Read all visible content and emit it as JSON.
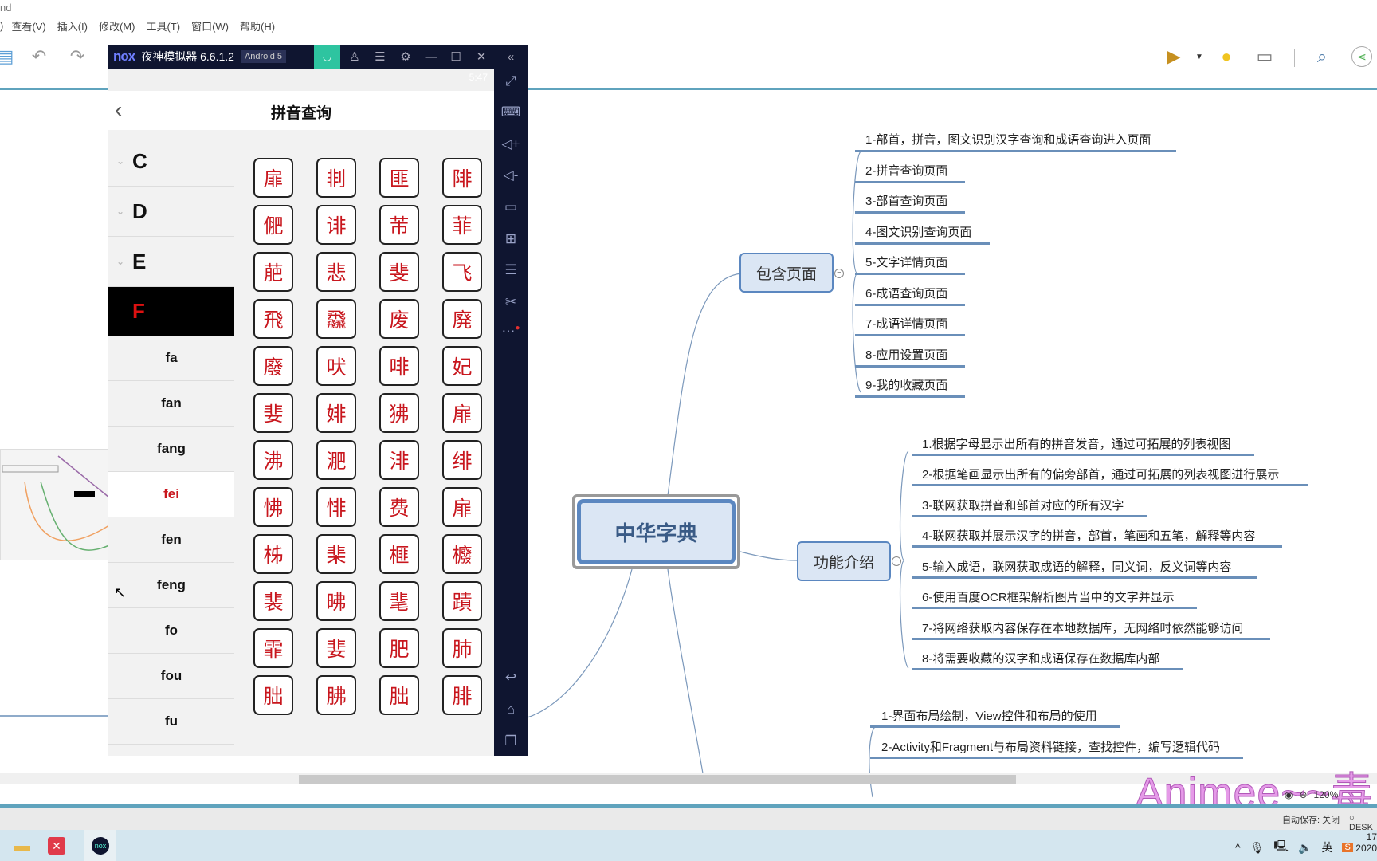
{
  "window": {
    "title_fragment": "nd"
  },
  "menu": [
    "查看(V)",
    "插入(I)",
    "修改(M)",
    "工具(T)",
    "窗口(W)",
    "帮助(H)"
  ],
  "toolbar_icons": [
    "save-icon",
    "undo-icon",
    "redo-icon",
    "presentation-icon",
    "dropdown-icon",
    "lightbulb-icon",
    "outline-icon",
    "search-icon",
    "share-icon"
  ],
  "emulator": {
    "logo": "nox",
    "title": "夜神模拟器 6.6.1.2",
    "android_badge": "Android 5",
    "status_time": "5:47",
    "app": {
      "title": "拼音查询",
      "groups": [
        {
          "letter": "C",
          "expanded": false
        },
        {
          "letter": "D",
          "expanded": false
        },
        {
          "letter": "E",
          "expanded": false
        },
        {
          "letter": "F",
          "expanded": true,
          "selected": true
        }
      ],
      "syllables": [
        "fa",
        "fan",
        "fang",
        "fei",
        "fen",
        "feng",
        "fo",
        "fou",
        "fu"
      ],
      "selected_syllable": "fei",
      "characters": [
        "扉",
        "剕",
        "匪",
        "陫",
        "俷",
        "诽",
        "芾",
        "菲",
        "萉",
        "悲",
        "斐",
        "飞",
        "飛",
        "飝",
        "废",
        "廃",
        "廢",
        "吠",
        "啡",
        "妃",
        "婓",
        "婔",
        "狒",
        "扉",
        "沸",
        "淝",
        "渄",
        "绯",
        "怫",
        "悱",
        "费",
        "扉",
        "柹",
        "棐",
        "榧",
        "櫠",
        "裴",
        "昲",
        "靟",
        "蹟",
        "霏",
        "婓",
        "肥",
        "肺",
        "朏",
        "胇",
        "朏",
        "腓"
      ]
    },
    "side_icons": [
      "collapse-icon",
      "fullscreen-icon",
      "keyboard-icon",
      "volume-up-icon",
      "volume-down-icon",
      "screen-icon",
      "apk-icon",
      "install-icon",
      "scissors-icon",
      "more-icon",
      "back-nav-icon",
      "home-nav-icon",
      "recent-nav-icon"
    ]
  },
  "mindmap": {
    "central": "中华字典",
    "branch_pages": {
      "label": "包含页面",
      "items": [
        "1-部首，拼音，图文识别汉字查询和成语查询进入页面",
        "2-拼音查询页面",
        "3-部首查询页面",
        "4-图文识别查询页面",
        "5-文字详情页面",
        "6-成语查询页面",
        "7-成语详情页面",
        "8-应用设置页面",
        "9-我的收藏页面"
      ]
    },
    "branch_features": {
      "label": "功能介绍",
      "items": [
        "1.根据字母显示出所有的拼音发音，通过可拓展的列表视图",
        "2-根据笔画显示出所有的偏旁部首，通过可拓展的列表视图进行展示",
        "3-联网获取拼音和部首对应的所有汉字",
        "4-联网获取并展示汉字的拼音，部首，笔画和五笔，解释等内容",
        "5-输入成语，联网获取成语的解释，同义词，反义词等内容",
        "6-使用百度OCR框架解析图片当中的文字并显示",
        "7-将网络获取内容保存在本地数据库，无网络时依然能够访问",
        "8-将需要收藏的汉字和成语保存在数据库内部"
      ]
    },
    "branch_tech": {
      "items": [
        "1-界面布局绘制，View控件和布局的使用",
        "2-Activity和Fragment与布局资料链接，查找控件，编写逻辑代码"
      ]
    }
  },
  "statusbar": {
    "zoom": "120%",
    "autosave": "自动保存: 关闭",
    "host": "DESK"
  },
  "watermark": "Animee~~毒",
  "taskbar": {
    "apps": [
      "file-explorer",
      "xmind",
      "nox"
    ],
    "ime": "英",
    "time": "17",
    "date": "2020"
  },
  "colors": {
    "accent": "#5fa3bd",
    "node_border": "#5b87c0",
    "node_fill": "#dbe6f4",
    "char_red": "#c8161d",
    "nox_dark": "#0f1530",
    "nox_green": "#2ec4a0"
  }
}
